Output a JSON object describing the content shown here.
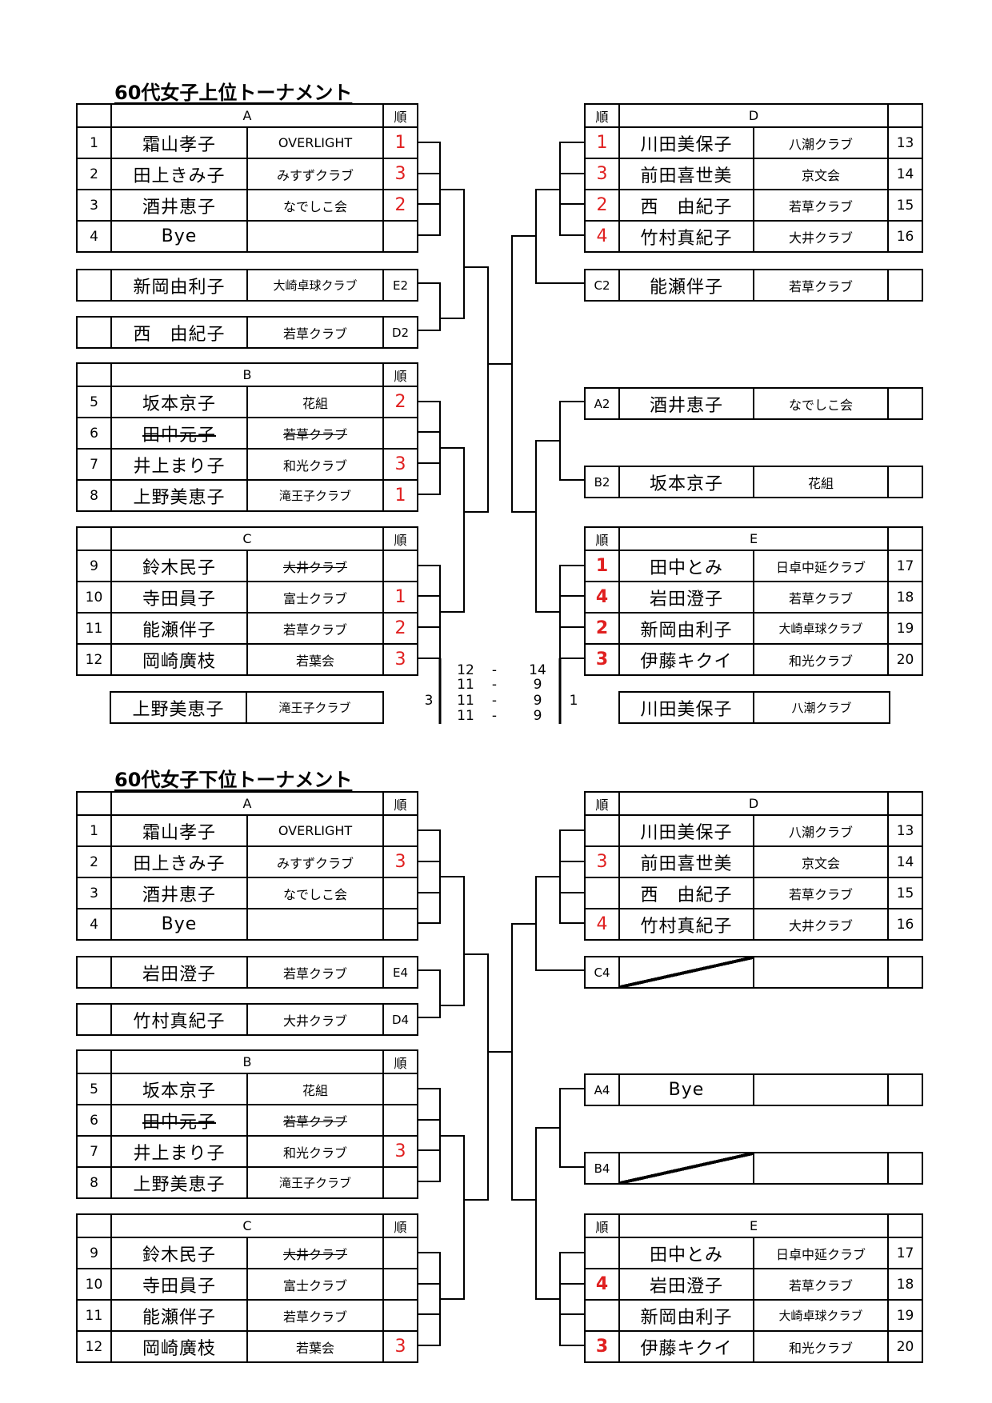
{
  "upper": {
    "title": "60代女子上位トーナメント",
    "rank_label": "順",
    "groupA": {
      "label": "A",
      "rows": [
        {
          "no": "1",
          "name": "霜山孝子",
          "club": "OVERLIGHT",
          "rank": "1"
        },
        {
          "no": "2",
          "name": "田上きみ子",
          "club": "みすずクラブ",
          "rank": "3"
        },
        {
          "no": "3",
          "name": "酒井恵子",
          "club": "なでしこ会",
          "rank": "2"
        },
        {
          "no": "4",
          "name": "Bye",
          "club": "",
          "rank": ""
        }
      ]
    },
    "seedE2": {
      "name": "新岡由利子",
      "club": "大崎卓球クラブ",
      "seed": "E2"
    },
    "seedD2": {
      "name": "西　由紀子",
      "club": "若草クラブ",
      "seed": "D2"
    },
    "groupB": {
      "label": "B",
      "rows": [
        {
          "no": "5",
          "name": "坂本京子",
          "club": "花組",
          "rank": "2"
        },
        {
          "no": "6",
          "name": "田中元子",
          "club": "若草クラブ",
          "rank": ""
        },
        {
          "no": "7",
          "name": "井上まり子",
          "club": "和光クラブ",
          "rank": "3"
        },
        {
          "no": "8",
          "name": "上野美恵子",
          "club": "滝王子クラブ",
          "rank": "1"
        }
      ]
    },
    "groupC": {
      "label": "C",
      "rows": [
        {
          "no": "9",
          "name": "鈴木民子",
          "club": "大井クラブ",
          "rank": ""
        },
        {
          "no": "10",
          "name": "寺田員子",
          "club": "富士クラブ",
          "rank": "1"
        },
        {
          "no": "11",
          "name": "能瀬伴子",
          "club": "若草クラブ",
          "rank": "2"
        },
        {
          "no": "12",
          "name": "岡崎廣枝",
          "club": "若葉会",
          "rank": "3"
        }
      ]
    },
    "groupD": {
      "label": "D",
      "rows": [
        {
          "no": "13",
          "name": "川田美保子",
          "club": "八潮クラブ",
          "rank": "1"
        },
        {
          "no": "14",
          "name": "前田喜世美",
          "club": "京文会",
          "rank": "3"
        },
        {
          "no": "15",
          "name": "西　由紀子",
          "club": "若草クラブ",
          "rank": "2"
        },
        {
          "no": "16",
          "name": "竹村真紀子",
          "club": "大井クラブ",
          "rank": "4"
        }
      ]
    },
    "seedC2": {
      "name": "能瀬伴子",
      "club": "若草クラブ",
      "seed": "C2"
    },
    "seedA2": {
      "name": "酒井恵子",
      "club": "なでしこ会",
      "seed": "A2"
    },
    "seedB2": {
      "name": "坂本京子",
      "club": "花組",
      "seed": "B2"
    },
    "groupE": {
      "label": "E",
      "rows": [
        {
          "no": "17",
          "name": "田中とみ",
          "club": "日卓中延クラブ",
          "rank": "1"
        },
        {
          "no": "18",
          "name": "岩田澄子",
          "club": "若草クラブ",
          "rank": "4"
        },
        {
          "no": "19",
          "name": "新岡由利子",
          "club": "大崎卓球クラブ",
          "rank": "2"
        },
        {
          "no": "20",
          "name": "伊藤キクイ",
          "club": "和光クラブ",
          "rank": "3"
        }
      ]
    },
    "final": {
      "left_name": "上野美恵子",
      "left_club": "滝王子クラブ",
      "right_name": "川田美保子",
      "right_club": "八潮クラブ",
      "left_sets": "3",
      "right_sets": "1",
      "games": [
        {
          "l": "12",
          "dash": "-",
          "r": "14"
        },
        {
          "l": "11",
          "dash": "-",
          "r": "9"
        },
        {
          "l": "11",
          "dash": "-",
          "r": "9"
        },
        {
          "l": "11",
          "dash": "-",
          "r": "9"
        }
      ]
    }
  },
  "lower": {
    "title": "60代女子下位トーナメント",
    "rank_label": "順",
    "groupA": {
      "label": "A",
      "rows": [
        {
          "no": "1",
          "name": "霜山孝子",
          "club": "OVERLIGHT",
          "rank": ""
        },
        {
          "no": "2",
          "name": "田上きみ子",
          "club": "みすずクラブ",
          "rank": "3"
        },
        {
          "no": "3",
          "name": "酒井恵子",
          "club": "なでしこ会",
          "rank": ""
        },
        {
          "no": "4",
          "name": "Bye",
          "club": "",
          "rank": ""
        }
      ]
    },
    "seedE4": {
      "name": "岩田澄子",
      "club": "若草クラブ",
      "seed": "E4"
    },
    "seedD4": {
      "name": "竹村真紀子",
      "club": "大井クラブ",
      "seed": "D4"
    },
    "groupB": {
      "label": "B",
      "rows": [
        {
          "no": "5",
          "name": "坂本京子",
          "club": "花組",
          "rank": ""
        },
        {
          "no": "6",
          "name": "田中元子",
          "club": "若草クラブ",
          "rank": ""
        },
        {
          "no": "7",
          "name": "井上まり子",
          "club": "和光クラブ",
          "rank": "3"
        },
        {
          "no": "8",
          "name": "上野美恵子",
          "club": "滝王子クラブ",
          "rank": ""
        }
      ]
    },
    "groupC": {
      "label": "C",
      "rows": [
        {
          "no": "9",
          "name": "鈴木民子",
          "club": "大井クラブ",
          "rank": ""
        },
        {
          "no": "10",
          "name": "寺田員子",
          "club": "富士クラブ",
          "rank": ""
        },
        {
          "no": "11",
          "name": "能瀬伴子",
          "club": "若草クラブ",
          "rank": ""
        },
        {
          "no": "12",
          "name": "岡崎廣枝",
          "club": "若葉会",
          "rank": "3"
        }
      ]
    },
    "groupD": {
      "label": "D",
      "rows": [
        {
          "no": "13",
          "name": "川田美保子",
          "club": "八潮クラブ",
          "rank": ""
        },
        {
          "no": "14",
          "name": "前田喜世美",
          "club": "京文会",
          "rank": "3"
        },
        {
          "no": "15",
          "name": "西　由紀子",
          "club": "若草クラブ",
          "rank": ""
        },
        {
          "no": "16",
          "name": "竹村真紀子",
          "club": "大井クラブ",
          "rank": "4"
        }
      ]
    },
    "seedC4": {
      "seed": "C4"
    },
    "seedA4": {
      "name": "Bye",
      "club": "",
      "seed": "A4"
    },
    "seedB4": {
      "seed": "B4"
    },
    "groupE": {
      "label": "E",
      "rows": [
        {
          "no": "17",
          "name": "田中とみ",
          "club": "日卓中延クラブ",
          "rank": ""
        },
        {
          "no": "18",
          "name": "岩田澄子",
          "club": "若草クラブ",
          "rank": "4"
        },
        {
          "no": "19",
          "name": "新岡由利子",
          "club": "大崎卓球クラブ",
          "rank": ""
        },
        {
          "no": "20",
          "name": "伊藤キクイ",
          "club": "和光クラブ",
          "rank": "3"
        }
      ]
    }
  }
}
